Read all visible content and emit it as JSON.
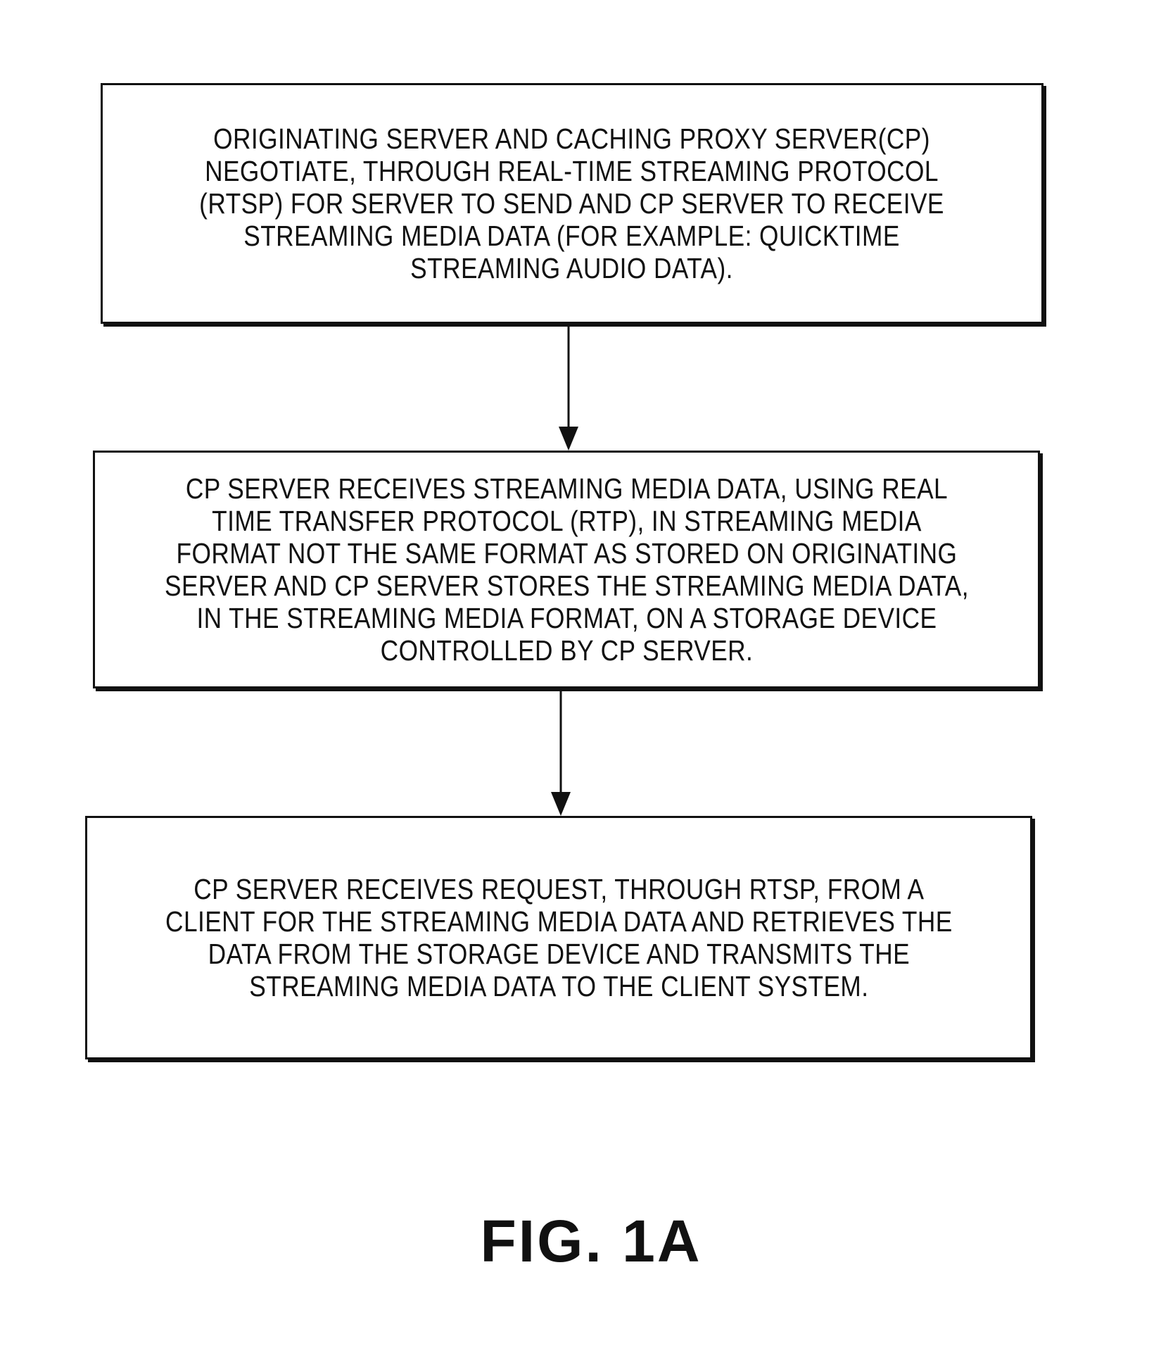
{
  "steps": [
    {
      "text": "ORIGINATING SERVER AND CACHING PROXY SERVER(CP)\nNEGOTIATE, THROUGH REAL-TIME STREAMING PROTOCOL\n(RTSP) FOR SERVER TO SEND AND CP SERVER TO RECEIVE\nSTREAMING MEDIA DATA (FOR EXAMPLE: QUICKTIME\nSTREAMING AUDIO DATA)."
    },
    {
      "text": "CP SERVER RECEIVES STREAMING MEDIA DATA, USING REAL\nTIME TRANSFER PROTOCOL (RTP), IN STREAMING MEDIA\nFORMAT NOT THE SAME FORMAT AS STORED ON ORIGINATING\nSERVER AND CP SERVER STORES THE STREAMING MEDIA DATA,\nIN THE STREAMING MEDIA FORMAT, ON A STORAGE DEVICE\nCONTROLLED BY CP SERVER."
    },
    {
      "text": "CP SERVER RECEIVES REQUEST, THROUGH RTSP, FROM A\nCLIENT FOR THE STREAMING MEDIA DATA AND RETRIEVES THE\nDATA FROM THE STORAGE DEVICE AND TRANSMITS THE\nSTREAMING MEDIA DATA TO THE CLIENT SYSTEM."
    }
  ],
  "figure_label": "FIG. 1A"
}
